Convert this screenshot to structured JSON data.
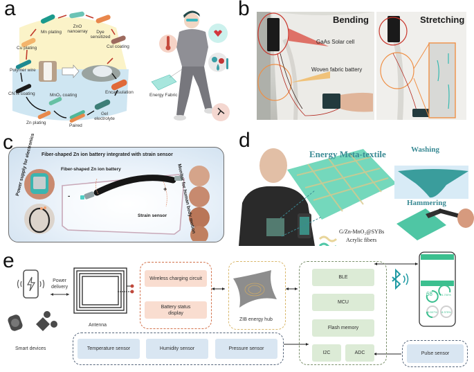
{
  "figure": {
    "panels": {
      "a": {
        "letter": "a",
        "cycle_steps": [
          {
            "label": "Mn plating"
          },
          {
            "label": "ZnO nanoarray"
          },
          {
            "label": "Dye sensitized"
          },
          {
            "label": "CuI coating"
          },
          {
            "label": "Cu plating"
          },
          {
            "label": "Polymer wire"
          },
          {
            "label": "CNTs coating"
          },
          {
            "label": "MnO₂ coating"
          },
          {
            "label": "Zn plating"
          },
          {
            "label": "Paired"
          },
          {
            "label": "Gel electrolyte"
          },
          {
            "label": "Encapsulation"
          }
        ],
        "person_label": "Energy Fabric"
      },
      "b": {
        "letter": "b",
        "titles": [
          "Bending",
          "Stretching"
        ],
        "callouts": {
          "solar": "GaAs Solar cell",
          "battery": "Woven fabric battery"
        },
        "colors": {
          "solar_callout": "#d23a2e",
          "battery_callout": "#ef8f45",
          "zoom_box": "#ef8f45"
        }
      },
      "c": {
        "letter": "c",
        "title": "Fiber-shaped Zn ion battery integrated with strain sensor",
        "battery_label": "Fiber-shaped Zn ion battery",
        "strain_label": "Strain sensor",
        "left_arc_label": "Power supply for electronics",
        "right_arc_label": "Monitor for human body motion",
        "minus": "-",
        "plus": "+"
      },
      "d": {
        "letter": "d",
        "title": "Energy Meta-textile",
        "washing": "Washing",
        "hammering": "Hammering",
        "legend": [
          {
            "label": "G/Zn-MnO₂@SYBs",
            "color": "#e8d59a"
          },
          {
            "label": "Acrylic fibers",
            "color": "#4fc7a7"
          }
        ]
      },
      "e": {
        "letter": "e",
        "power_delivery": "Power\ndelivery",
        "power_delivery_l1": "Power",
        "power_delivery_l2": "delivery",
        "smart_devices": "Smart devices",
        "antenna": "Antenna",
        "wireless_charging": "Wireless charging circuit",
        "battery_status_l1": "Battery status",
        "battery_status_l2": "display",
        "zib_hub": "ZIB energy hub",
        "ble": "BLE",
        "mcu": "MCU",
        "flash": "Flash memory",
        "i2c": "I2C",
        "adc": "ADC",
        "sensors": [
          "Temperature sensor",
          "Humidity sensor",
          "Pressure sensor"
        ],
        "pulse_sensor": "Pulse sensor",
        "phone_readings": [
          "68",
          "24.700%",
          "45.507%",
          "8.375%"
        ],
        "colors": {
          "orange_dash": "#d2714a",
          "yellow_dash": "#d9b76a",
          "green_dash": "#7a8f6a",
          "blue_dash": "#54647a",
          "bluetooth": "#1f9aa3",
          "phone_accent": "#3bbf8f"
        }
      }
    }
  }
}
